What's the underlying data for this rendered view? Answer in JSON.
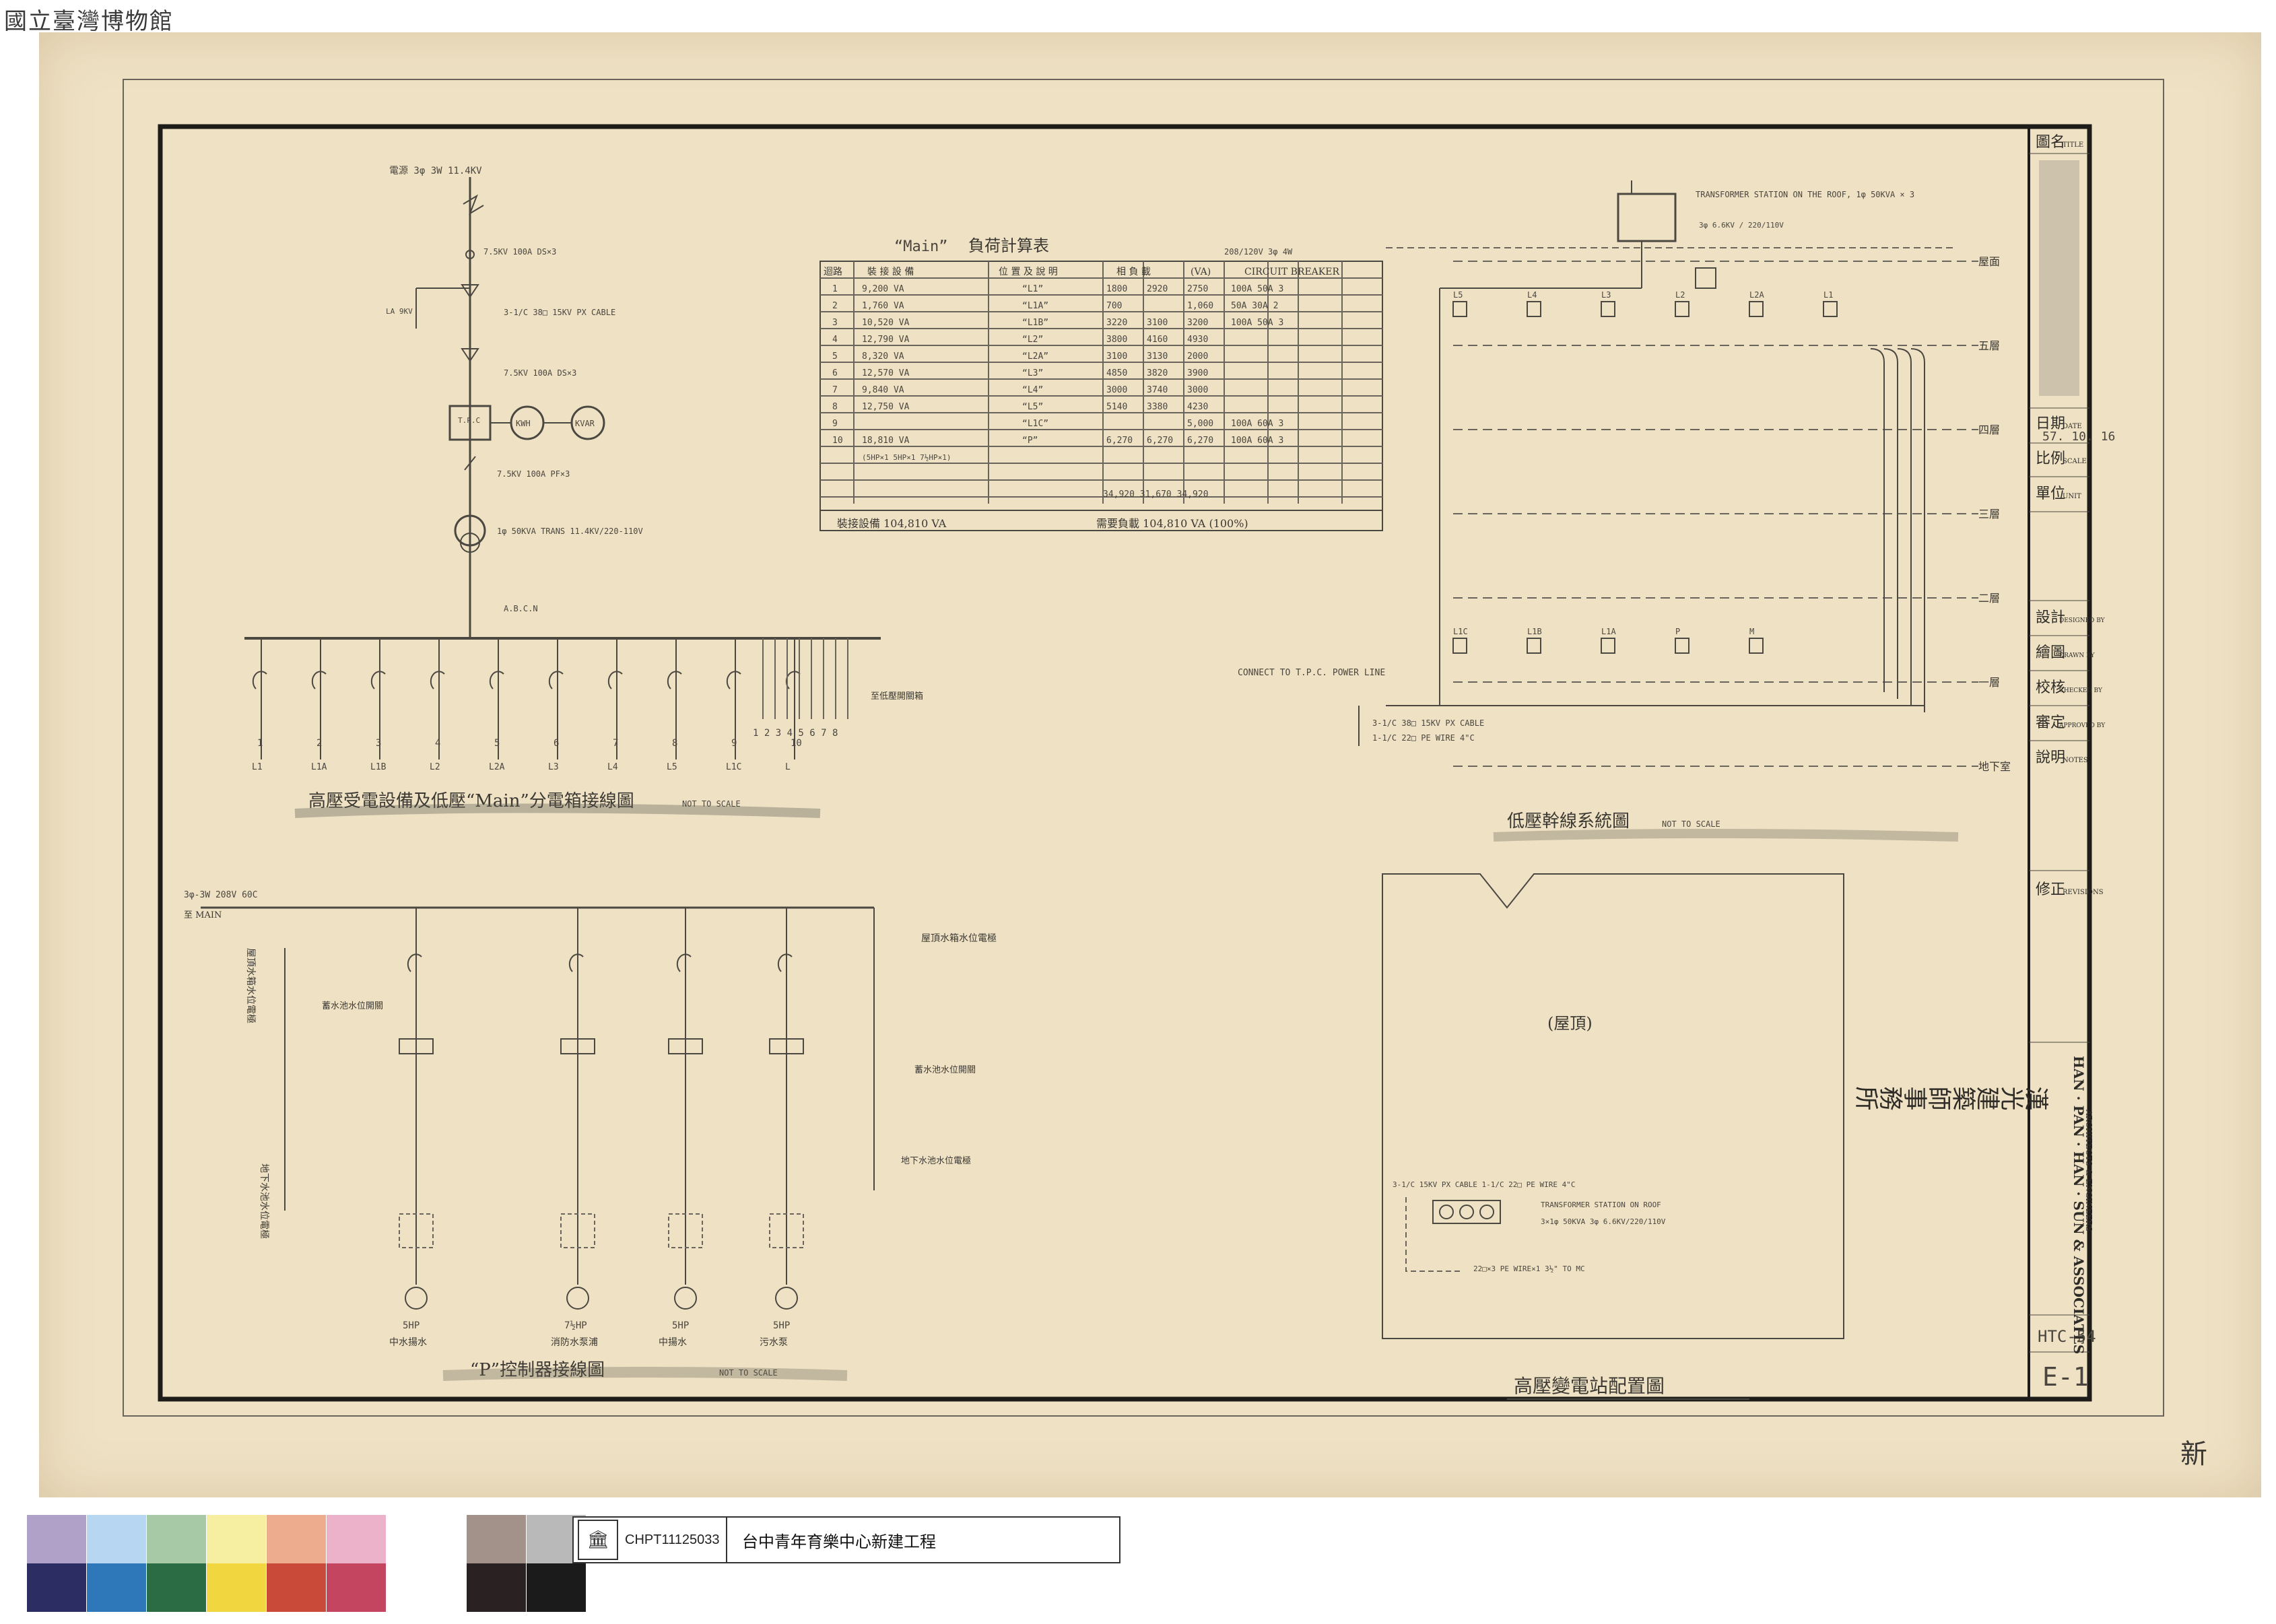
{
  "museum_mark": "國立臺灣博物館",
  "sheet_corner_note": "新",
  "title_block": {
    "title_label": "圖名",
    "title_label_en": "TITLE",
    "date_label": "日期",
    "date_label_en": "DATE",
    "date_value": "57. 10. 16",
    "scale_label": "比例",
    "scale_label_en": "SCALE",
    "unit_label": "單位",
    "unit_label_en": "UNIT",
    "designed_label": "設計",
    "designed_label_en": "DESIGNED BY",
    "drawn_label": "繪圖",
    "drawn_label_en": "DRAWN BY",
    "checked_label": "校核",
    "checked_label_en": "CHECKED BY",
    "approved_label": "審定",
    "approved_label_en": "APPROVED BY",
    "notes_label": "說明",
    "notes_label_en": "NOTES",
    "revisions_label": "修正",
    "revisions_label_en": "REVISIONS",
    "firm_cn": "漢光建築師事務所",
    "firm_en": "HAN · PAN · HAN · SUN & ASSOCIATES",
    "firm_en_sub": "ARCHITECTS & ENGINEERS",
    "drawing_code": "HTC-54",
    "sheet_no": "E-1"
  },
  "single_line": {
    "supply": "電源 3φ 3W 11.4KV",
    "fuse1": "7.5KV 100A DS×3",
    "la": "LA 9KV",
    "cable": "3-1/C 38□ 15KV PX CABLE",
    "ds": "7.5KV 100A DS×3",
    "tpc": "T.P.C",
    "kwh": "KWH",
    "kvar": "KVAR",
    "pf": "7.5KV 100A PF×3",
    "trans": "1φ 50KVA TRANS 11.4KV/220-110V",
    "acb": "A.B.C.N",
    "bus_note": "至低壓開關箱",
    "breaker_labels": [
      "1",
      "2",
      "3",
      "4",
      "5",
      "6",
      "7",
      "8",
      "9",
      "10"
    ],
    "feeder_labels": [
      "L1",
      "L1A",
      "L1B",
      "L2",
      "L2A",
      "L3",
      "L4",
      "L5",
      "L1C",
      "L"
    ],
    "small_labels": "1 2 3 4 5 6 7 8",
    "caption": "高壓受電設備及低壓“Main”分電箱接線圖",
    "caption_note": "NOT TO SCALE"
  },
  "load_table": {
    "title_a": "“Main”",
    "title_b": "負荷計算表",
    "voltage": "208/120V 3φ 4W",
    "headers": [
      "迴路",
      "裝 接 設 備",
      "位 置 及 說 明",
      "相 負 載",
      "(VA)",
      "CIRCUIT BREAKER"
    ],
    "rows": [
      {
        "no": "1",
        "load": "9,200 VA",
        "desc": "“L1”",
        "a": "1800",
        "b": "2920",
        "c": "2750",
        "cb": "100A 50A 3"
      },
      {
        "no": "2",
        "load": "1,760 VA",
        "desc": "“L1A”",
        "a": "700",
        "b": "",
        "c": "1,060",
        "cb": "50A 30A 2"
      },
      {
        "no": "3",
        "load": "10,520 VA",
        "desc": "“L1B”",
        "a": "3220",
        "b": "3100",
        "c": "3200",
        "cb": "100A 50A 3"
      },
      {
        "no": "4",
        "load": "12,790 VA",
        "desc": "“L2”",
        "a": "3800",
        "b": "4160",
        "c": "4930",
        "cb": ""
      },
      {
        "no": "5",
        "load": "8,320 VA",
        "desc": "“L2A”",
        "a": "3100",
        "b": "3130",
        "c": "2000",
        "cb": ""
      },
      {
        "no": "6",
        "load": "12,570 VA",
        "desc": "“L3”",
        "a": "4850",
        "b": "3820",
        "c": "3900",
        "cb": ""
      },
      {
        "no": "7",
        "load": "9,840 VA",
        "desc": "“L4”",
        "a": "3000",
        "b": "3740",
        "c": "3000",
        "cb": ""
      },
      {
        "no": "8",
        "load": "12,750 VA",
        "desc": "“L5”",
        "a": "5140",
        "b": "3380",
        "c": "4230",
        "cb": ""
      },
      {
        "no": "9",
        "load": "",
        "desc": "“L1C”",
        "a": "",
        "b": "",
        "c": "5,000",
        "cb": "100A 60A 3"
      },
      {
        "no": "10",
        "load": "18,810 VA",
        "desc": "“P”",
        "a": "6,270",
        "b": "6,270",
        "c": "6,270",
        "cb": "100A 60A 3"
      }
    ],
    "row10_note": "(5HP×1 5HP×1 7½HP×1)",
    "totals": "34,920 31,670 34,920",
    "footer_left": "裝接設備 104,810 VA",
    "footer_right": "需要負載 104,810 VA (100%)"
  },
  "riser": {
    "station": "TRANSFORMER STATION ON THE ROOF, 1φ 50KVA × 3",
    "station_v": "3φ 6.6KV / 220/110V",
    "floors": [
      "屋面",
      "五層",
      "四層",
      "三層",
      "二層",
      "一層",
      "地下室"
    ],
    "panel_labels": [
      "L5",
      "L4",
      "L3",
      "L2",
      "L2A",
      "L1",
      "L1C",
      "L1B",
      "L1A",
      "P",
      "M"
    ],
    "connect": "CONNECT TO T.P.C. POWER LINE",
    "cable_a": "3-1/C 38□ 15KV PX CABLE",
    "cable_b": "1-1/C 22□ PE WIRE 4\"C",
    "caption": "低壓幹線系統圖",
    "caption_note": "NOT TO SCALE"
  },
  "pump": {
    "supply": "3φ-3W 208V 60C",
    "main": "至 MAIN",
    "left_note": "屋頂水箱水位電極",
    "right_note": "屋頂水箱水位電極",
    "float_l": "蓄水池水位開關",
    "float_r": "蓄水池水位開關",
    "bottom_note": "地下水池水位電極",
    "left_vert": "地下水池水位電極",
    "motors": [
      "5HP",
      "7½HP",
      "5HP",
      "5HP"
    ],
    "motor_names": [
      "中水揚水",
      "消防水泵浦",
      "中揚水",
      "污水泵"
    ],
    "caption": "“P”控制器接線圖",
    "caption_note": "NOT TO SCALE"
  },
  "roof_plan": {
    "roof_label": "(屋頂)",
    "cable": "3-1/C 15KV PX CABLE 1-1/C 22□ PE WIRE 4\"C",
    "station": "TRANSFORMER STATION ON ROOF",
    "station_sub": "3×1φ 50KVA 3φ 6.6KV/220/110V",
    "ground": "22□×3 PE WIRE×1 3½\" TO MC",
    "caption": "高壓變電站配置圖"
  },
  "archive_strip": {
    "swatch_colors_top": [
      "#b0a1c9",
      "#b6d6f1",
      "#a8c9a5",
      "#f6efa1",
      "#eeac8f",
      "#ecb2c9",
      "#ffffff",
      "#a2928a",
      "#b9b9b9"
    ],
    "swatch_colors_bottom": [
      "#2b2d63",
      "#2e77b8",
      "#2c6c44",
      "#f1d640",
      "#c94a38",
      "#c4455f",
      "#ffffff",
      "#2a2222",
      "#1b1b1b"
    ],
    "record_id": "CHPT11125033",
    "project_title": "台中青年育樂中心新建工程"
  }
}
